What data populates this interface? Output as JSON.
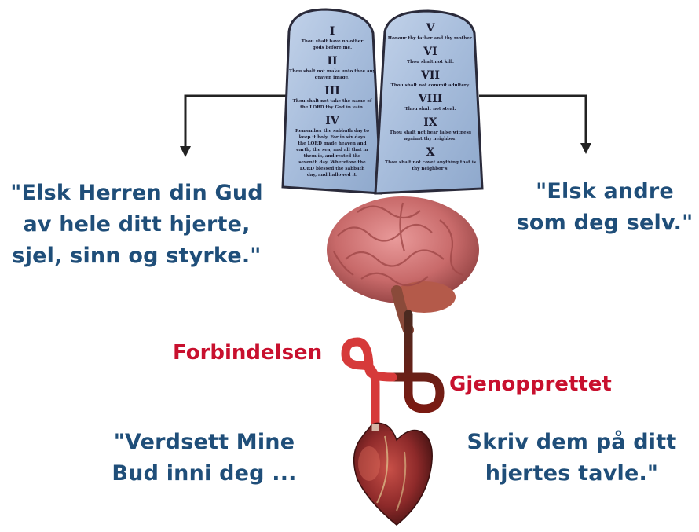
{
  "tablets": {
    "left": [
      {
        "numeral": "I",
        "text": [
          "Thou shalt have no other",
          "gods before me."
        ]
      },
      {
        "numeral": "II",
        "text": [
          "Thou shalt not make unto thee any",
          "graven image."
        ]
      },
      {
        "numeral": "III",
        "text": [
          "Thou shalt not take the name of",
          "the LORD thy God in vain."
        ]
      },
      {
        "numeral": "IV",
        "text": [
          "Remember the sabbath day to",
          "keep it holy. For in six days",
          "the LORD made heaven and",
          "earth, the sea, and all that in",
          "them is, and rested the",
          "seventh day. Wherefore the",
          "LORD blessed the sabbath",
          "day, and hallowed it."
        ]
      }
    ],
    "right": [
      {
        "numeral": "V",
        "text": [
          "Honour thy father and thy mother."
        ]
      },
      {
        "numeral": "VI",
        "text": [
          "Thou shalt not kill."
        ]
      },
      {
        "numeral": "VII",
        "text": [
          "Thou shalt not commit adultery."
        ]
      },
      {
        "numeral": "VIII",
        "text": [
          "Thou shalt not steal."
        ]
      },
      {
        "numeral": "IX",
        "text": [
          "Thou shalt not bear false witness",
          "against thy neighbor."
        ]
      },
      {
        "numeral": "X",
        "text": [
          "Thou shalt not covet anything that is",
          "thy neighbor's."
        ]
      }
    ]
  },
  "quote_left": [
    "\"Elsk Herren din Gud",
    "av hele ditt hjerte,",
    "sjel, sinn og styrke.\""
  ],
  "quote_right": [
    "\"Elsk andre",
    "som deg selv.\""
  ],
  "label_connection": "Forbindelsen",
  "label_restored": "Gjenopprettet",
  "quote_bottom_left": [
    "\"Verdsett Mine",
    "Bud inni deg ..."
  ],
  "quote_bottom_right": [
    "Skriv dem på ditt",
    "hjertes tavle.\""
  ],
  "colors": {
    "quote_blue": "#1f4e79",
    "label_red": "#c8102e",
    "tablet_blue": "#a9bfdc",
    "tube_red": "#d63a3a",
    "tube_dark": "#5a1a10"
  }
}
